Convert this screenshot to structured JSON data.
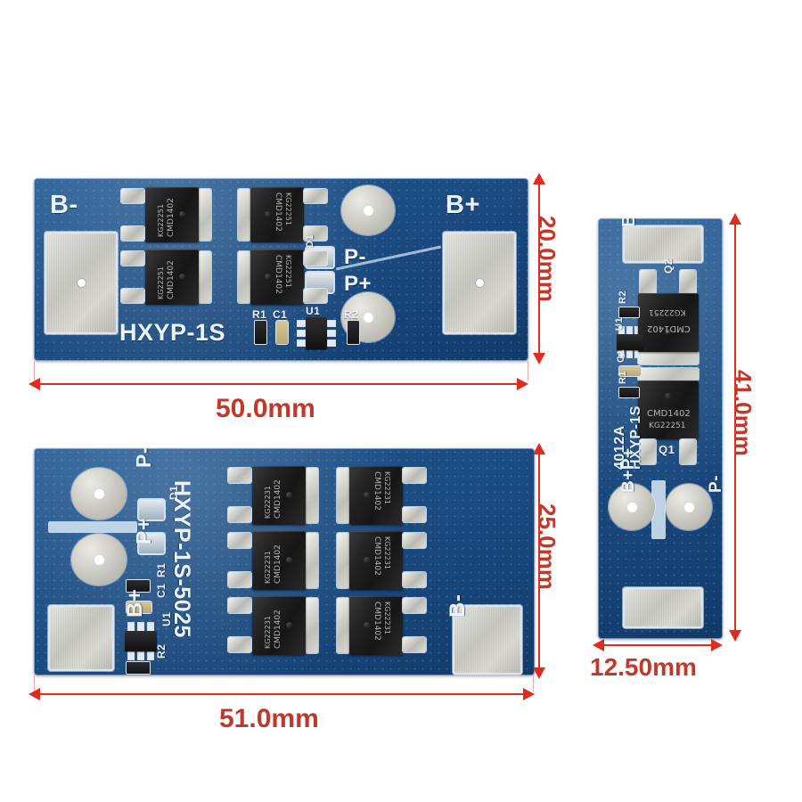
{
  "scene": {
    "background_color": "#ffffff",
    "annotation_color": "#c0392b",
    "pcb_color": "#1d4f85"
  },
  "boards": [
    {
      "id": "board-top-left",
      "silk_title": "HXYP-1S",
      "terminals": {
        "b_minus": "B-",
        "b_plus": "B+",
        "p_minus": "P-",
        "p_plus": "P+"
      },
      "components": {
        "r1": "R1",
        "c1": "C1",
        "u1": "U1",
        "r2": "R2",
        "d1": "D1"
      },
      "mosfet_line1": "CMD1402",
      "mosfet_line2": "KG22251",
      "mosfet_count": 4,
      "dimensions": {
        "width": "50.0mm",
        "height": "20.0mm"
      }
    },
    {
      "id": "board-bottom-left",
      "silk_title": "HXYP-1S-5025",
      "terminals": {
        "b_minus": "B-",
        "b_plus": "B+",
        "p_minus": "P-",
        "p_plus": "P+"
      },
      "components": {
        "r1": "R1",
        "c1": "C1",
        "u1": "U1",
        "r2": "R2",
        "d1": "D1"
      },
      "mosfet_line1": "CMD1402",
      "mosfet_line2": "KG22231",
      "mosfet_count": 6,
      "dimensions": {
        "width": "51.0mm",
        "height": "25.0mm"
      }
    },
    {
      "id": "board-right",
      "silk_title_line1": "HXYP-1S",
      "silk_title_line2": "4012A",
      "terminals": {
        "b_minus": "B-",
        "b_plus_p_plus": "B+P+",
        "p_minus": "P-"
      },
      "components": {
        "r1": "R1",
        "c1": "C1",
        "u1": "U1",
        "r2": "R2",
        "q1": "Q1",
        "q2": "Q2"
      },
      "mosfet_line1": "CMD1402",
      "mosfet_line2": "KG22251",
      "mosfet_count": 2,
      "dimensions": {
        "width": "12.50mm",
        "height": "41.0mm"
      }
    }
  ]
}
